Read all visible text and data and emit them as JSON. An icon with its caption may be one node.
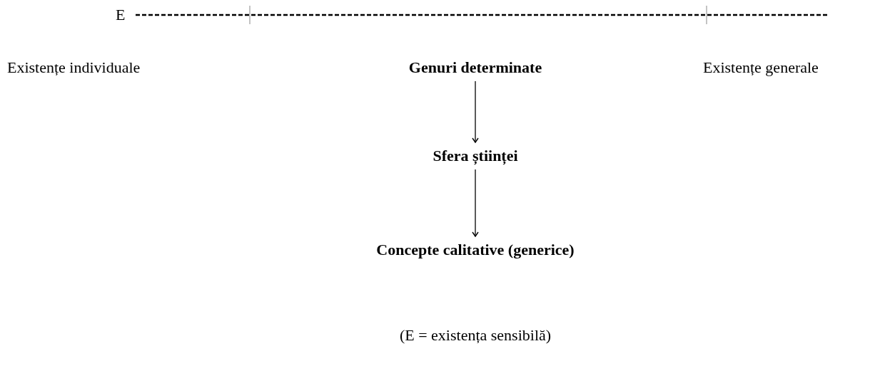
{
  "diagram": {
    "nodes": [
      {
        "text": [
          "Genuri determinate"
        ]
      },
      {
        "text": [
          "Sfera științei"
        ]
      },
      {
        "text": [
          "Concepte calitative (generice)"
        ]
      }
    ],
    "edges": [
      {
        "from": 0,
        "to": 1,
        "arrow": "to"
      },
      {
        "from": 1,
        "to": 2,
        "arrow": "to"
      }
    ],
    "labels": [
      "E",
      "Existențe individuale",
      "Existențe generale",
      "(E = existența sensibilă)"
    ]
  }
}
